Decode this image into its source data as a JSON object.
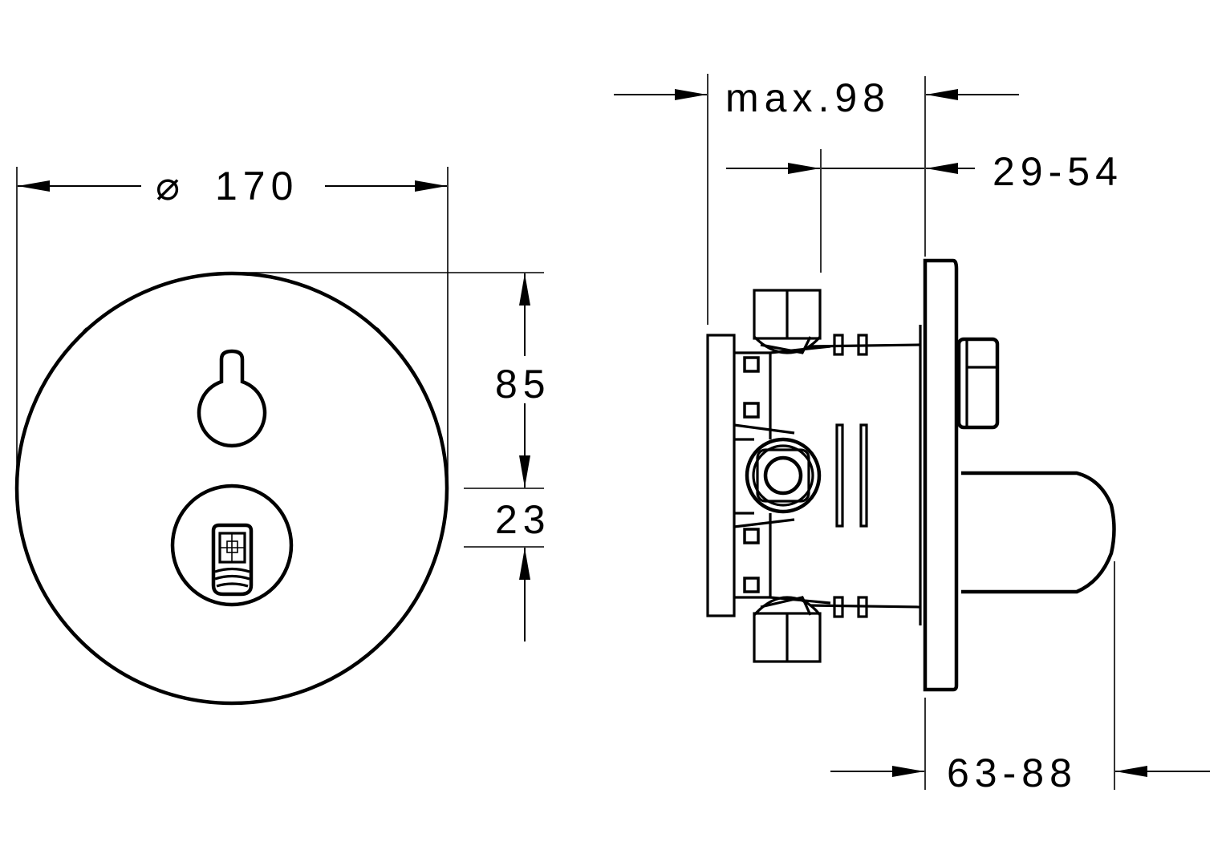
{
  "drawing": {
    "dimensions": {
      "diameter_symbol": "⌀",
      "diameter": "170",
      "height_upper": "85",
      "height_lower": "23",
      "depth_max": "max.98",
      "depth_range_wall": "29-54",
      "depth_range_front": "63-88"
    }
  }
}
